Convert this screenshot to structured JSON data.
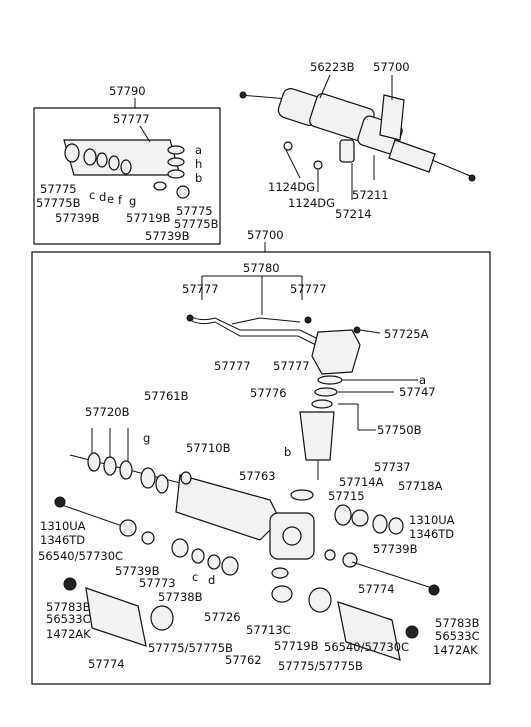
{
  "labels": {
    "p56223b": "56223B",
    "p57700_top": "57700",
    "p57790": "57790",
    "p57777_inset": "57777",
    "p57775_left": "57775",
    "p57775b_left": "57775B",
    "p57739b_left": "57739B",
    "c_inset": "c",
    "d_inset": "d",
    "e_inset": "e",
    "f_inset": "f",
    "g_inset": "g",
    "a_inset": "a",
    "h_inset": "h",
    "b_inset": "b",
    "p57719b_inset": "57719B",
    "p57775_right": "57775",
    "p57775b_right": "57775B",
    "p57739b_right": "57739B",
    "p1124dg_a": "1124DG",
    "p1124dg_b": "1124DG",
    "p57211": "57211",
    "p57214": "57214",
    "p57700_main": "57700",
    "p57780": "57780",
    "p57777_a": "57777",
    "p57777_b": "57777",
    "p57777_c": "57777",
    "p57777_d": "57777",
    "p57776": "57776",
    "p57725a": "57725A",
    "a_main": "a",
    "p57747": "57747",
    "p57750b": "57750B",
    "p57720b": "57720B",
    "p57761b": "57761B",
    "g_main": "g",
    "p57710b": "57710B",
    "b_main": "b",
    "p57763": "57763",
    "p57737": "57737",
    "p57714a": "57714A",
    "p57718a": "57718A",
    "p57715": "57715",
    "p1310ua_l": "1310UA",
    "p1346td_l": "1346TD",
    "p1310ua_r": "1310UA",
    "p1346td_r": "1346TD",
    "p56540_l": "56540/57730C",
    "p57739b_m1": "57739B",
    "p57739b_m2": "57739B",
    "p57773": "57773",
    "c_main": "c",
    "p57738b": "57738B",
    "d_main": "d",
    "p57774_r": "57774",
    "p57726": "57726",
    "p57783b_l": "57783B",
    "p56533c_l": "56533C",
    "p1472ak_l": "1472AK",
    "p57713c": "57713C",
    "p57719b_m": "57719B",
    "p57775_m": "57775/57775B",
    "p57762": "57762",
    "p56540_r": "56540/57730C",
    "p57783b_r": "57783B",
    "p56533c_r": "56533C",
    "p1472ak_r": "1472AK",
    "p57774_l": "57774",
    "p57775_b": "57775/57775B"
  }
}
